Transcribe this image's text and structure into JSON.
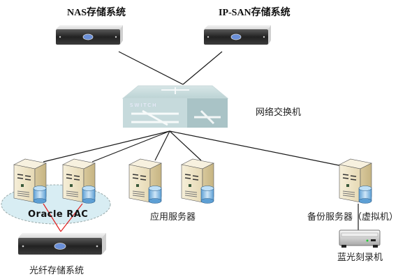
{
  "title": "网络存储拓扑图",
  "nodes": {
    "nas": {
      "label": "NAS存储系统",
      "type": "storage-array"
    },
    "ipsan": {
      "label": "IP-SAN存储系统",
      "type": "storage-array"
    },
    "switch": {
      "label": "网络交换机",
      "type": "network-switch",
      "device_text": "SWITCH"
    },
    "rac_cluster": {
      "label": "Oracle RAC",
      "type": "cluster",
      "members": [
        "rac-server-1",
        "rac-server-2"
      ]
    },
    "app_servers": {
      "label": "应用服务器",
      "type": "server-group",
      "members": [
        "app-server-1",
        "app-server-2"
      ]
    },
    "backup_server": {
      "label": "备份服务器（虚拟机）",
      "type": "server"
    },
    "bluray": {
      "label": "蓝光刻录机",
      "type": "optical-drive"
    },
    "fc_storage": {
      "label": "光纤存储系统",
      "type": "storage-array"
    }
  },
  "edges": [
    {
      "from": "nas",
      "to": "switch",
      "style": "black"
    },
    {
      "from": "ipsan",
      "to": "switch",
      "style": "black"
    },
    {
      "from": "switch",
      "to": "rac-server-1",
      "style": "black"
    },
    {
      "from": "switch",
      "to": "rac-server-2",
      "style": "black"
    },
    {
      "from": "switch",
      "to": "app-server-1",
      "style": "black"
    },
    {
      "from": "switch",
      "to": "app-server-2",
      "style": "black"
    },
    {
      "from": "switch",
      "to": "backup_server",
      "style": "black"
    },
    {
      "from": "backup_server",
      "to": "bluray",
      "style": "black"
    },
    {
      "from": "rac-server-1",
      "to": "fc_storage",
      "style": "red"
    },
    {
      "from": "rac-server-2",
      "to": "fc_storage",
      "style": "red"
    }
  ],
  "colors": {
    "link": "#1a1a1a",
    "fc_link": "#e02020",
    "cluster_fill": "#d6ecf2",
    "server_body": "#efe6cc",
    "disk": "#8fc3e8",
    "switch_body": "#b9d2d4"
  }
}
